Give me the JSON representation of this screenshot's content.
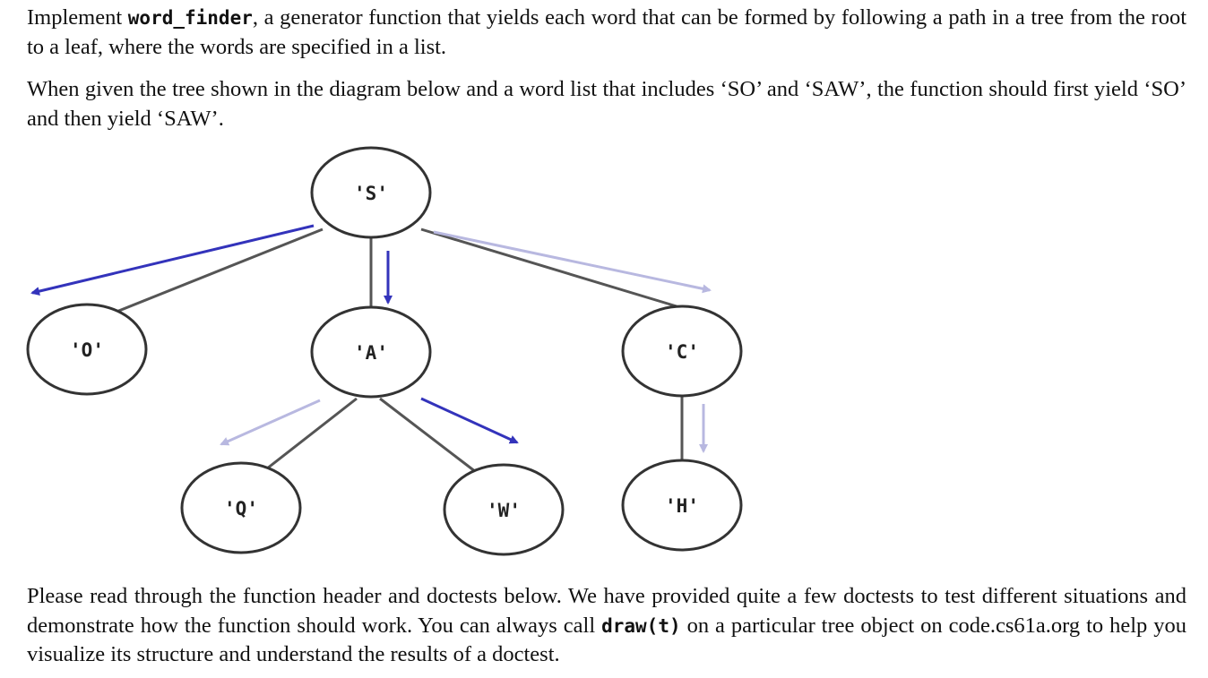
{
  "paragraph1": {
    "before_code": "Implement ",
    "code": "word_finder",
    "after_code": ", a generator function that yields each word that can be formed by following a path in a tree from the root to a leaf, where the words are specified in a list."
  },
  "paragraph2": {
    "text": "When given the tree shown in the diagram below and a word list that includes ‘SO’ and ‘SAW’, the function should first yield ‘SO’ and then yield ‘SAW’."
  },
  "tree": {
    "nodes": {
      "root": "'S'",
      "o": "'O'",
      "a": "'A'",
      "c": "'C'",
      "q": "'Q'",
      "w": "'W'",
      "h": "'H'"
    },
    "colors": {
      "edge": "#555555",
      "node_stroke": "#333333",
      "arrow_active": "#3333bb",
      "arrow_faded": "#b8b8e0"
    }
  },
  "paragraph3": {
    "part1": "Please read through the function header and doctests below. We have provided quite a few doctests to test different situations and demonstrate how the function should work. You can always call ",
    "code": "draw(t)",
    "part2": " on a particular tree object on code.cs61a.org to help you visualize its structure and understand the results of a doctest."
  }
}
